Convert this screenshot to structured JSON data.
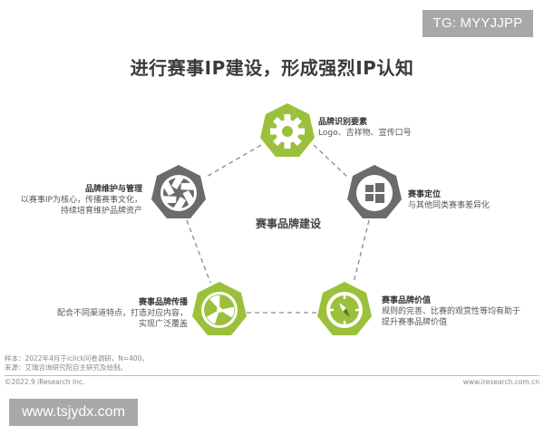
{
  "watermark_top": "TG: MYYJJPP",
  "title": "进行赛事IP建设，形成强烈IP认知",
  "center_label": "赛事品牌建设",
  "colors": {
    "green": "#9bc13c",
    "gray": "#6b6b6b",
    "dashed_line": "#8a8a8a"
  },
  "nodes": [
    {
      "id": "top",
      "icon": "gear-icon",
      "color": "green",
      "title": "品牌识别要素",
      "desc_lines": [
        "Logo、吉祥物、宣传口号"
      ]
    },
    {
      "id": "right",
      "icon": "windows-icon",
      "color": "gray",
      "title": "赛事定位",
      "desc_lines": [
        "与其他同类赛事差异化"
      ]
    },
    {
      "id": "bottom-right",
      "icon": "compass-icon",
      "color": "green",
      "title": "赛事品牌价值",
      "desc_lines": [
        "规则的完善、比赛的观赏性等均有助于",
        "提升赛事品牌价值"
      ]
    },
    {
      "id": "bottom-left",
      "icon": "radiation-icon",
      "color": "green",
      "title": "赛事品牌传播",
      "desc_lines": [
        "配合不同渠道特点，打造对应内容，",
        "实现广泛覆盖"
      ]
    },
    {
      "id": "left",
      "icon": "aperture-icon",
      "color": "gray",
      "title": "品牌维护与管理",
      "desc_lines": [
        "以赛事IP为核心，传播赛事文化，",
        "持续培育维护品牌资产"
      ]
    }
  ],
  "footer": {
    "sample_note": "样本：2022年4月于iclick问卷调研，N=400。",
    "source_note": "来源：艾瑞咨询研究院自主研究及绘制。",
    "copyright": "©2022.9 iResearch Inc.",
    "website": "www.iresearch.com.cn"
  },
  "watermark_bottom": "www.tsjydx.com"
}
